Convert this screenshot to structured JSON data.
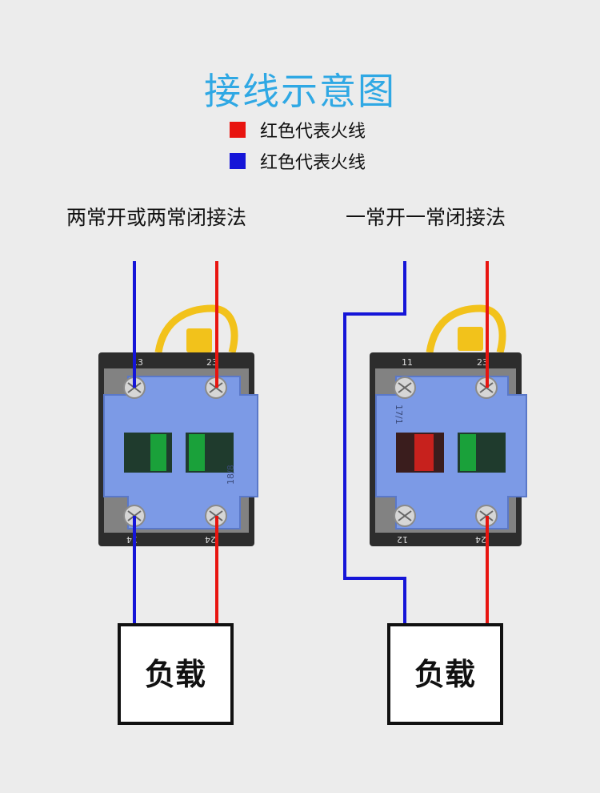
{
  "title": "接线示意图",
  "legend": [
    {
      "color": "#e8140f",
      "label": "红色代表火线"
    },
    {
      "color": "#1515d8",
      "label": "红色代表火线"
    }
  ],
  "left_diagram": {
    "caption": "两常开或两常闭接法",
    "terminal_top_left": "13",
    "terminal_top_right": "23",
    "terminal_bottom_left": "14",
    "terminal_bottom_right": "24",
    "body_code": "18/8",
    "load_label": "负载"
  },
  "right_diagram": {
    "caption": "一常开一常闭接法",
    "terminal_top_left": "11",
    "terminal_top_right": "23",
    "terminal_bottom_left": "12",
    "terminal_bottom_right": "24",
    "body_code": "17/1",
    "load_label": "负载"
  },
  "colors": {
    "live_wire": "#e8140f",
    "neutral_wire": "#1515d8",
    "contact_block": "#7c9ae6",
    "title_blue": "#2fa8e4"
  }
}
